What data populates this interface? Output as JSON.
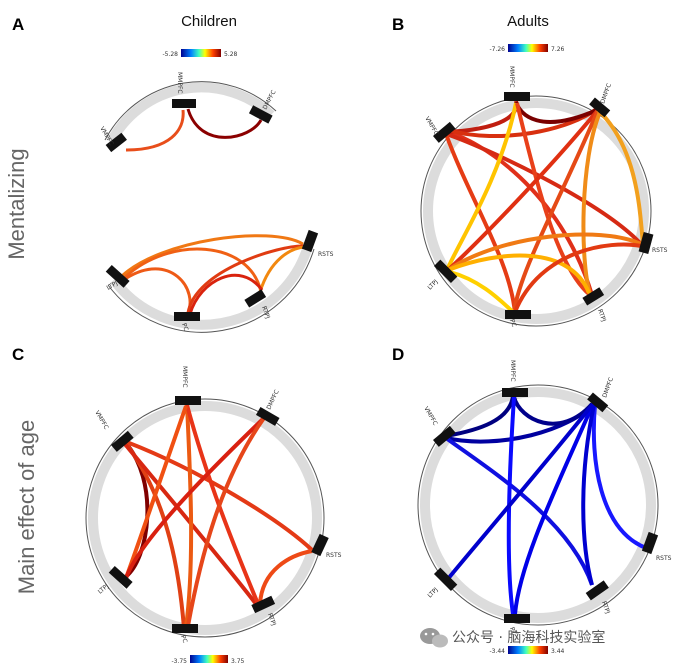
{
  "panels": [
    {
      "letter": "A"
    },
    {
      "letter": "B"
    },
    {
      "letter": "C"
    },
    {
      "letter": "D"
    }
  ],
  "columns": [
    "Children",
    "Adults"
  ],
  "rows": [
    "Mentalizing",
    "Main effect of age"
  ],
  "colorbars": [
    {
      "min": "-5.28",
      "max": "5.28"
    },
    {
      "min": "-7.26",
      "max": "7.26"
    },
    {
      "min": "-3.75",
      "max": "3.75"
    },
    {
      "min": "-3.44",
      "max": "3.44"
    }
  ],
  "nodes": {
    "vmpfc": "VMPFC",
    "mmpfc": "MMPFC",
    "dmpfc": "DMPFC",
    "rsts": "RSTS",
    "rtpj": "RTPJ",
    "pc": "PC",
    "ltpj": "LTPJ"
  },
  "watermark": "公众号 · 脑海科技实验室"
}
